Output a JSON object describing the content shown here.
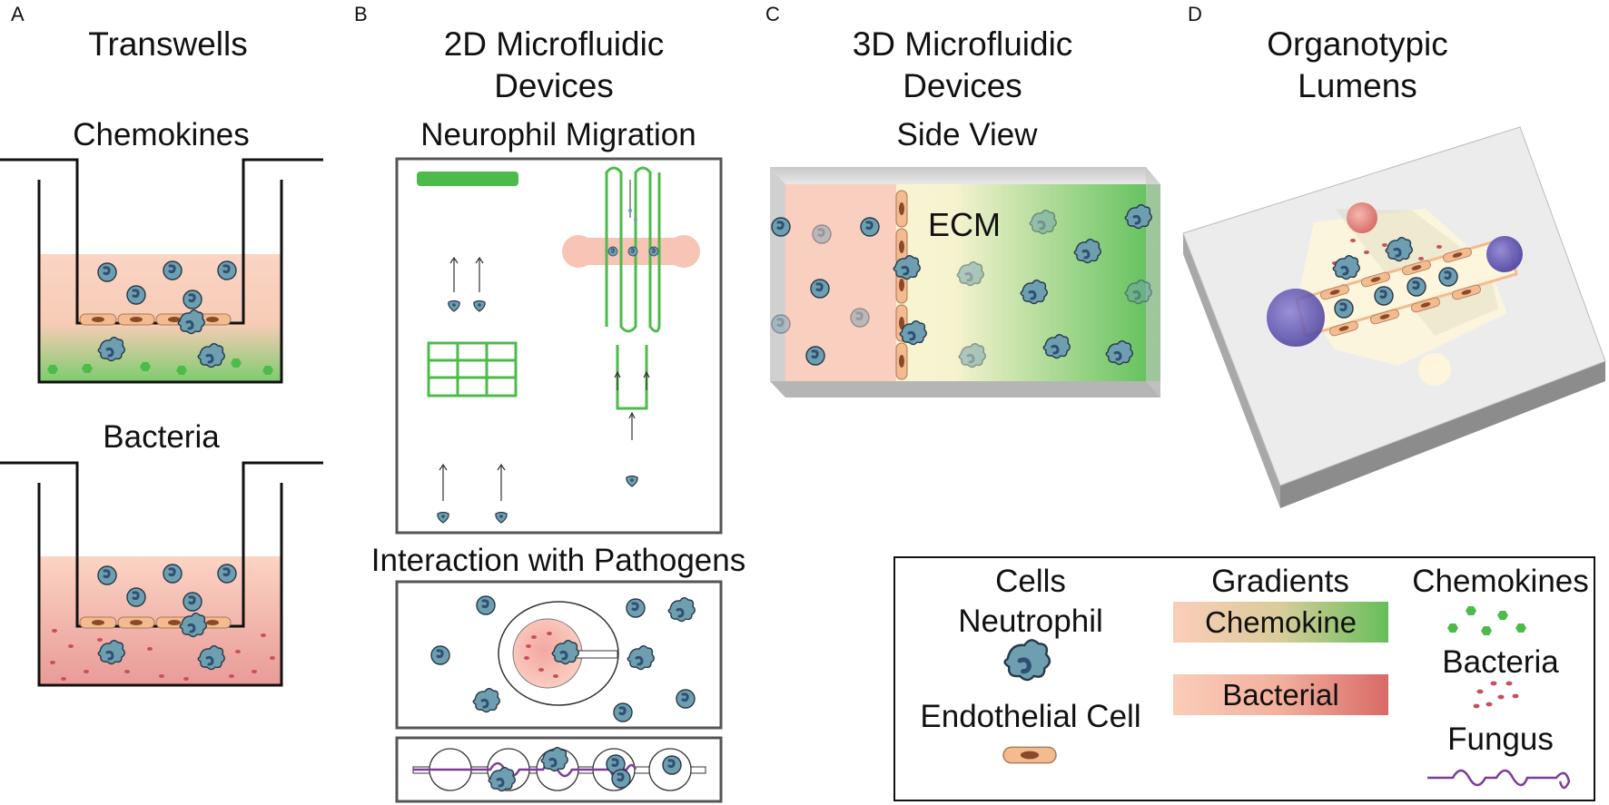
{
  "panels": {
    "a": {
      "letter": "A",
      "title": "Transwells",
      "sub1": "Chemokines",
      "sub2": "Bacteria"
    },
    "b": {
      "letter": "B",
      "title_line1": "2D Microfluidic",
      "title_line2": "Devices",
      "sub1": "Neurophil Migration",
      "sub2": "Interaction with Pathogens"
    },
    "c": {
      "letter": "C",
      "title_line1": "3D Microfluidic",
      "title_line2": "Devices",
      "sub1": "Side View",
      "ecm": "ECM"
    },
    "d": {
      "letter": "D",
      "title_line1": "Organotypic",
      "title_line2": "Lumens"
    }
  },
  "legend": {
    "cells_heading": "Cells",
    "neutrophil": "Neutrophil",
    "endothelial": "Endothelial Cell",
    "gradients_heading": "Gradients",
    "chemokine_gradient": "Chemokine",
    "bacterial_gradient": "Bacterial",
    "chemokines_heading": "Chemokines",
    "bacteria": "Bacteria",
    "fungus": "Fungus"
  },
  "colors": {
    "neutrophil": "#6e9fb0",
    "nucleus": "#2f4f73",
    "endothelial": "#f4bb8e",
    "chemokine": "#4cbb4a",
    "bacteria": "#c8505a",
    "tissue_pink": "#f9cfc0",
    "fungus": "#7d3c98",
    "lumen_blue": "#5a4fb0",
    "ecm_cream": "#fdf6dc"
  }
}
